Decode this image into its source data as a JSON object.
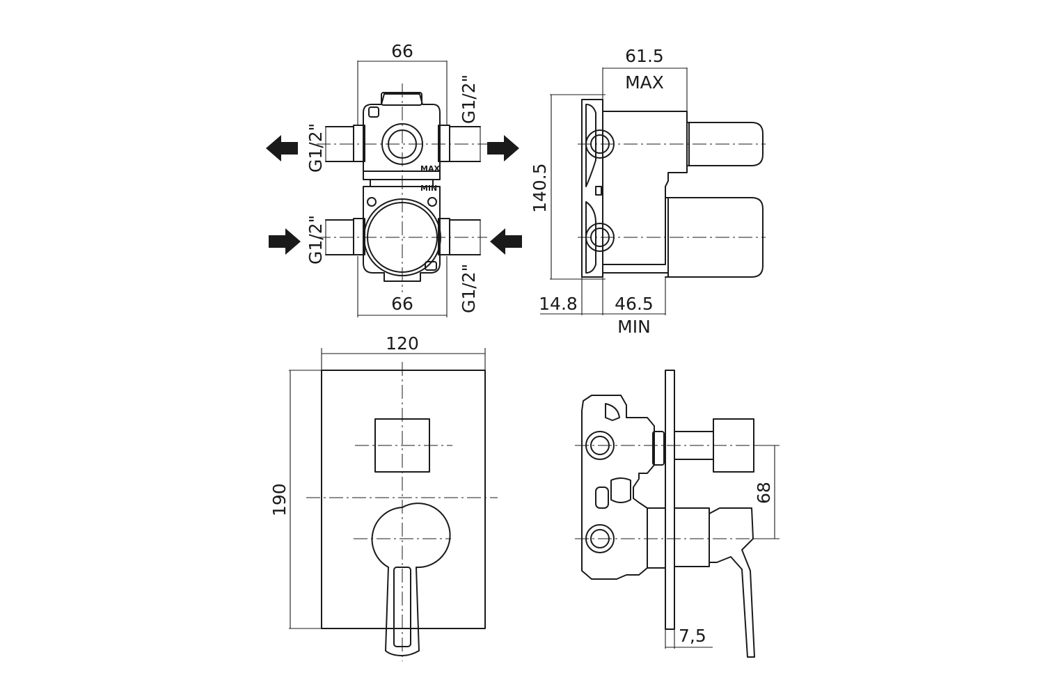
{
  "front_view": {
    "width_top": "66",
    "width_bottom": "66",
    "port_top_right": "G1/2\"",
    "port_left_upper": "G1/2\"",
    "port_left_lower": "G1/2\"",
    "port_bottom_right": "G1/2\"",
    "label_max": "MAX",
    "label_min": "MIN"
  },
  "side_view": {
    "depth_max": "61.5",
    "depth_max_label": "MAX",
    "height": "140.5",
    "offset": "14.8",
    "depth_min": "46.5",
    "depth_min_label": "MIN"
  },
  "plate_view": {
    "width": "120",
    "height": "190"
  },
  "installed_side_view": {
    "spacing": "68",
    "plate_thickness": "7,5"
  },
  "colors": {
    "line": "#1a1a1a",
    "background": "#ffffff"
  }
}
